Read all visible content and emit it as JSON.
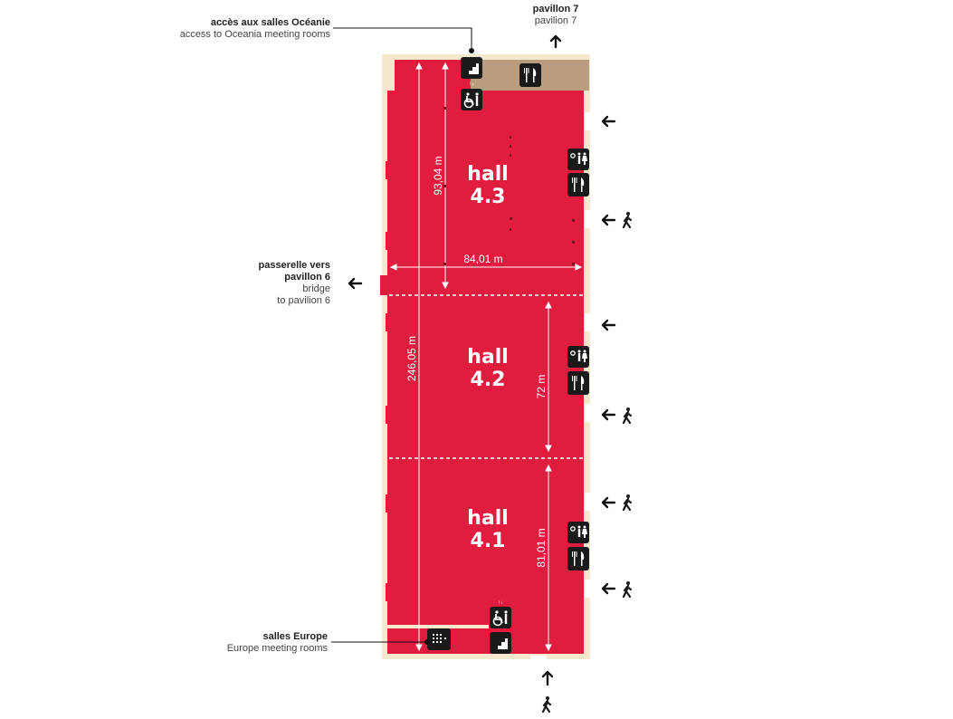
{
  "labels": {
    "oceania": {
      "fr": "accès aux salles Océanie",
      "en": "access to Oceania meeting rooms"
    },
    "pavilion7": {
      "fr": "pavillon 7",
      "en": "pavilion 7"
    },
    "pavilion6": {
      "fr1": "passerelle vers",
      "fr2": "pavillon 6",
      "en1": "bridge",
      "en2": "to pavilion 6"
    },
    "europe": {
      "fr": "salles Europe",
      "en": "Europe meeting rooms"
    }
  },
  "halls": [
    {
      "line1": "hall",
      "line2": "4.3"
    },
    {
      "line1": "hall",
      "line2": "4.2"
    },
    {
      "line1": "hall",
      "line2": "4.1"
    }
  ],
  "dimensions": {
    "total_length": "246,05 m",
    "width": "84,01 m",
    "hall_4_3_length": "93,04 m",
    "hall_4_2_length": "72 m",
    "hall_4_1_length": "81,01 m"
  },
  "colors": {
    "hall_fill": "#e11d3f",
    "wall": "#f4e9cf",
    "service_strip": "#b99d7e",
    "icon_bg": "#1a1a1a"
  },
  "icons": {
    "stairs": "stairs-icon",
    "wheelchair_lift": "wheelchair-lift-icon",
    "restaurant": "restaurant-icon",
    "restrooms": "restrooms-icon",
    "pedestrian": "pedestrian-icon",
    "arrow": "arrow-icon",
    "elevator": "elevator-icon"
  }
}
